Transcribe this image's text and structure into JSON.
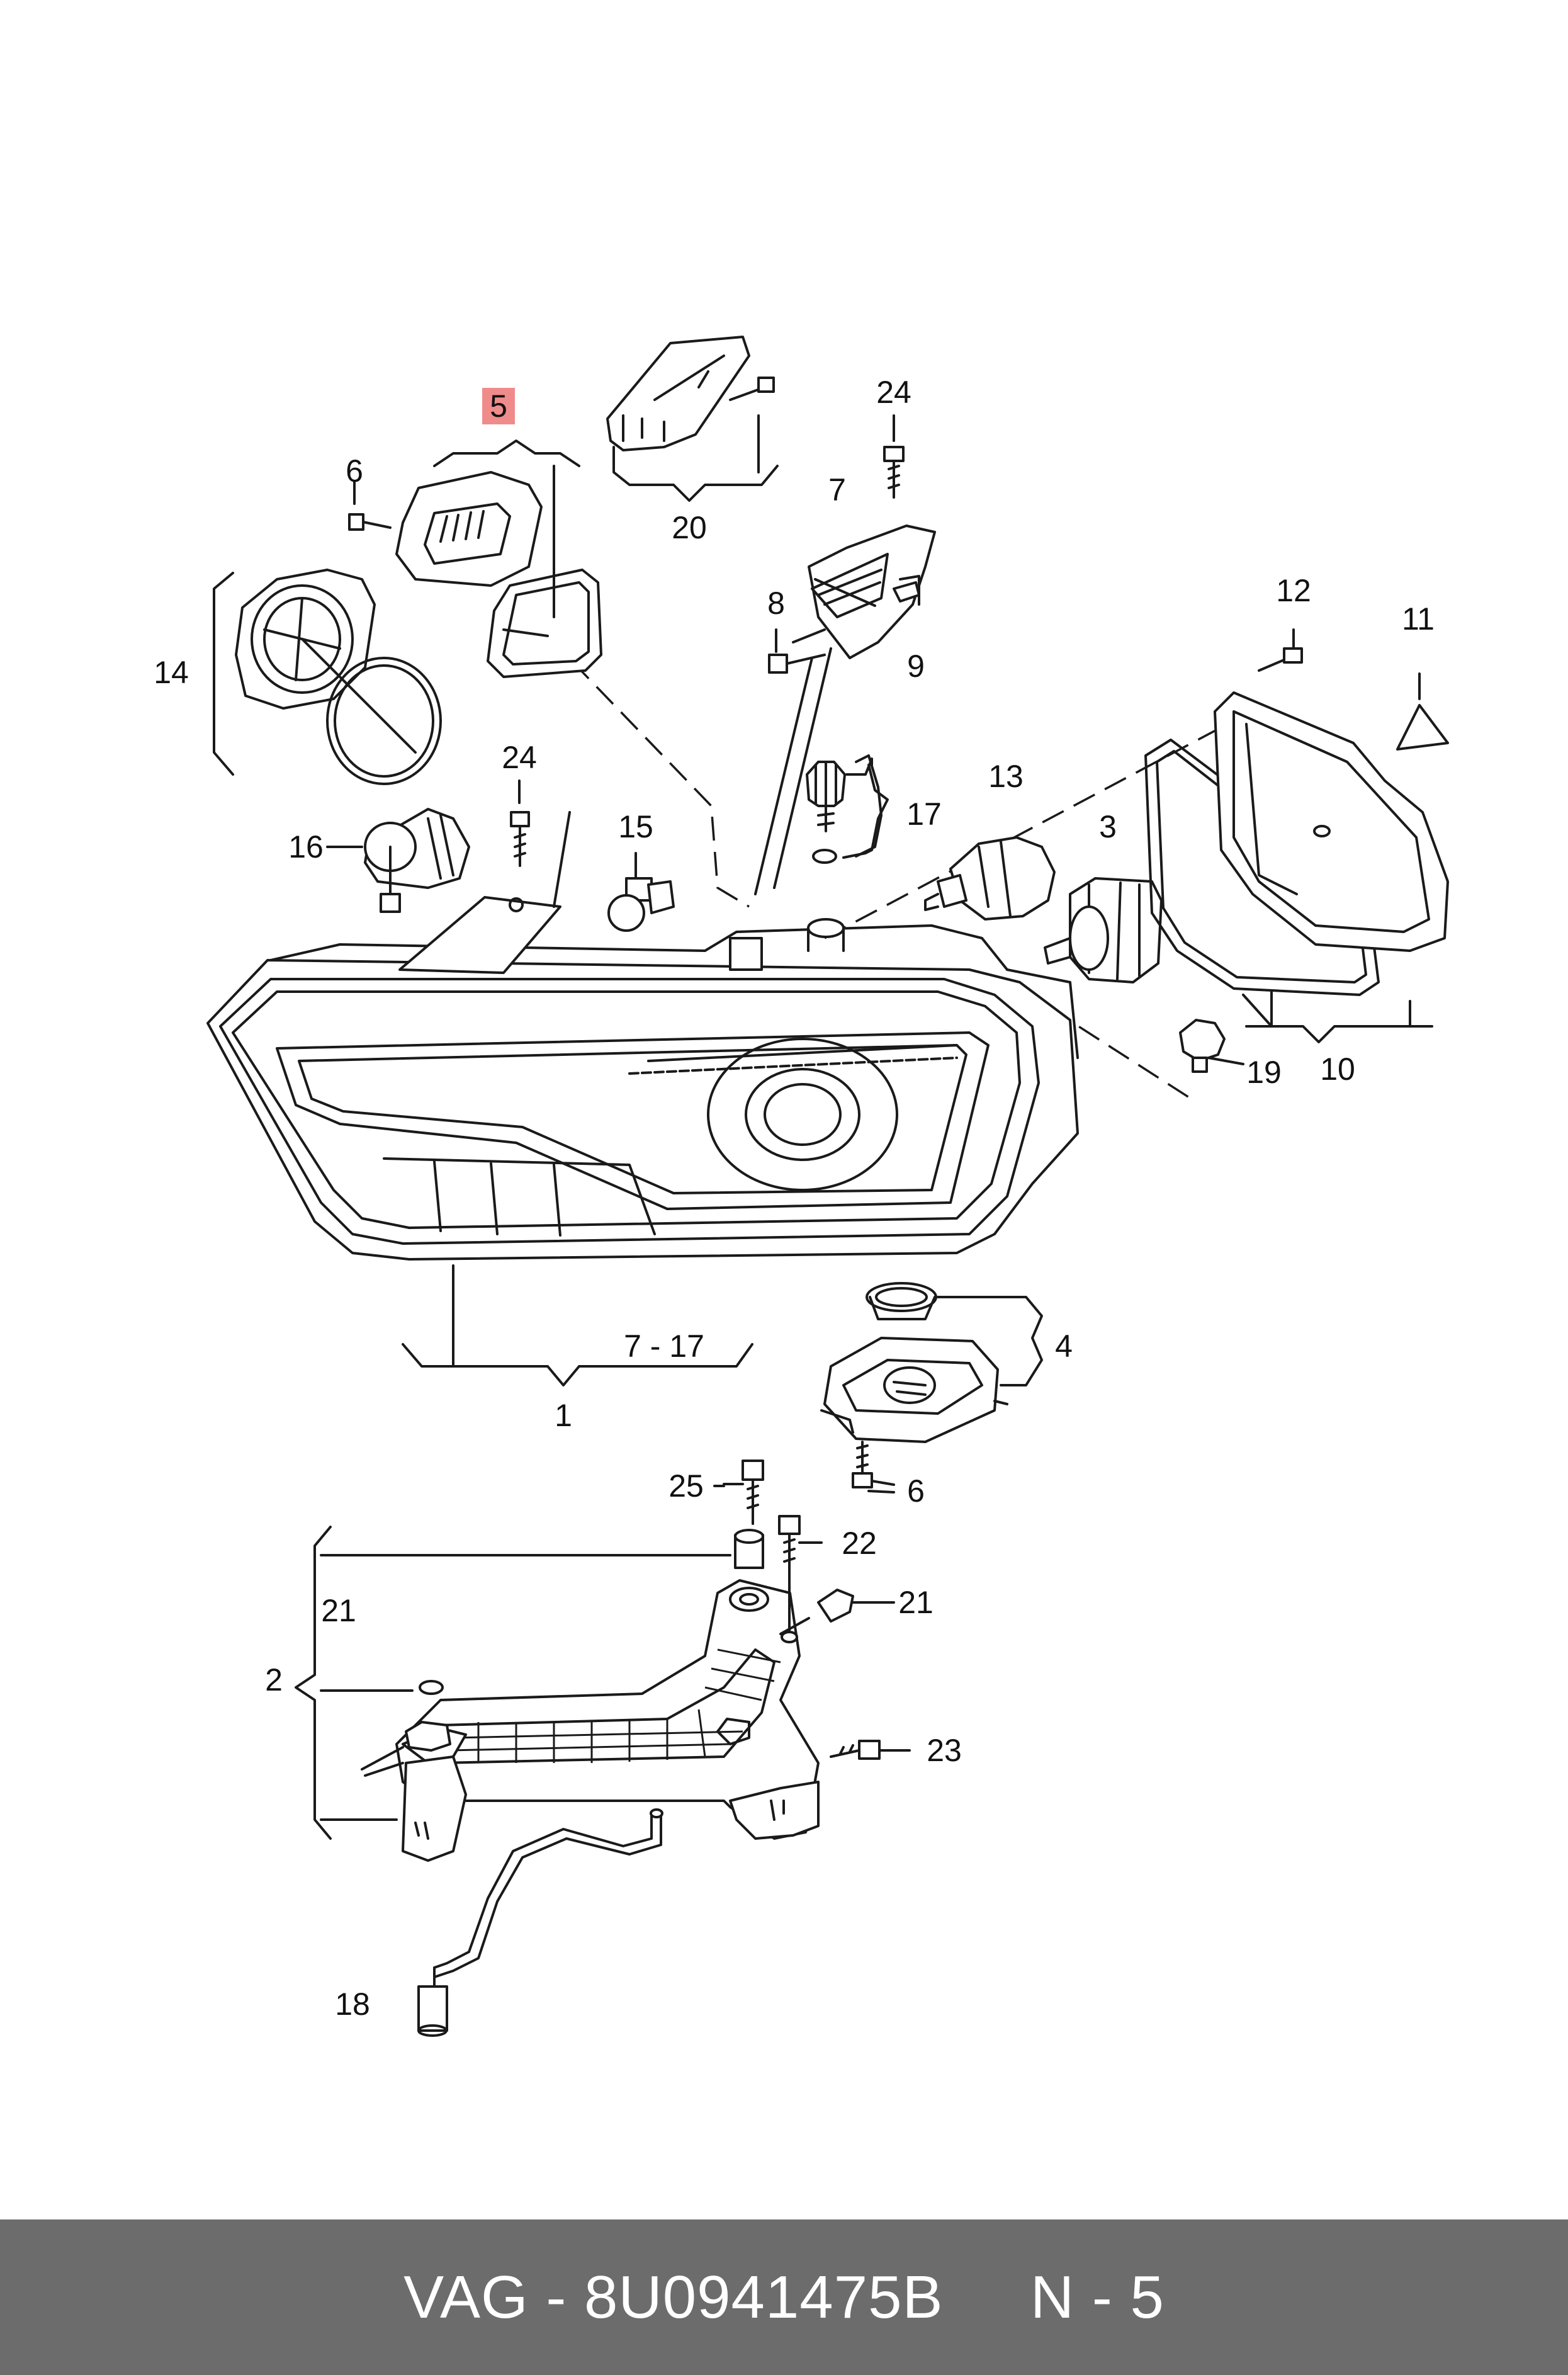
{
  "diagram": {
    "highlight_color": "#f08b8b",
    "labels": {
      "l1": "1",
      "l2": "2",
      "l3": "3",
      "l4": "4",
      "l5": "5",
      "l6a": "6",
      "l6b": "6",
      "l7": "7",
      "l7_17": "7 - 17",
      "l8": "8",
      "l9": "9",
      "l10": "10",
      "l11": "11",
      "l12": "12",
      "l13": "13",
      "l14": "14",
      "l15": "15",
      "l16": "16",
      "l17": "17",
      "l18": "18",
      "l19": "19",
      "l20": "20",
      "l21a": "21",
      "l21b": "21",
      "l22": "22",
      "l23": "23",
      "l24a": "24",
      "l24b": "24",
      "l25": "25"
    }
  },
  "footer": {
    "text": "VAG - 8U0941475B     N - 5",
    "background": "#6c6c6c"
  }
}
